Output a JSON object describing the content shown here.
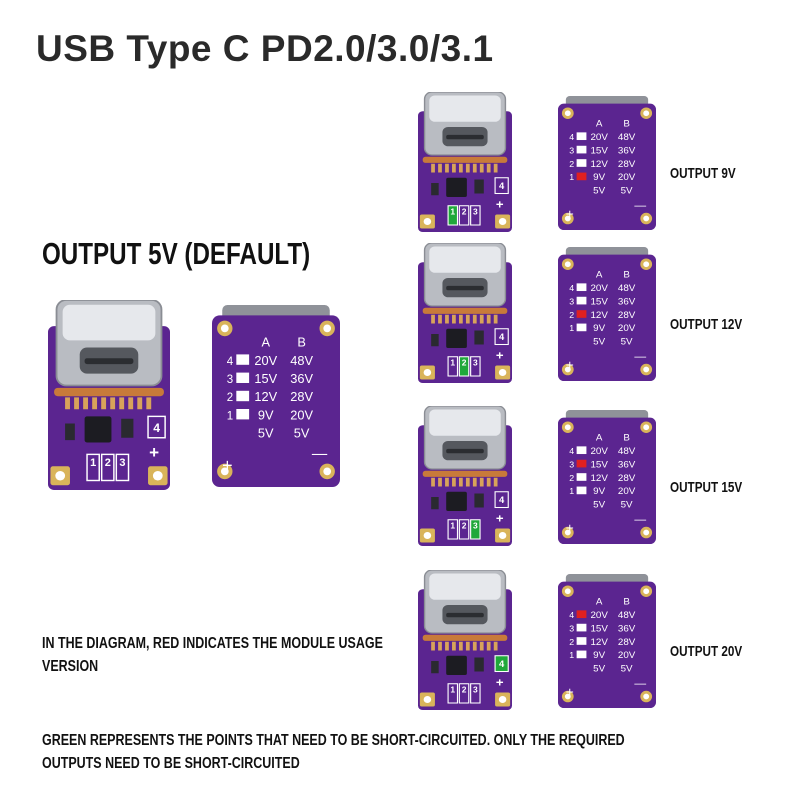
{
  "title": "USB Type C PD2.0/3.0/3.1",
  "default_heading": "OUTPUT 5V (DEFAULT)",
  "notes": {
    "red": "IN THE DIAGRAM, RED INDICATES THE MODULE USAGE VERSION",
    "green": "GREEN REPRESENTS THE POINTS THAT NEED TO BE SHORT-CIRCUITED. ONLY THE REQUIRED OUTPUTS NEED TO BE SHORT-CIRCUITED"
  },
  "table": {
    "col_a": "A",
    "col_b": "B",
    "rows": [
      {
        "num": "4",
        "a": "20V",
        "b": "48V"
      },
      {
        "num": "3",
        "a": "15V",
        "b": "36V"
      },
      {
        "num": "2",
        "a": "12V",
        "b": "28V"
      },
      {
        "num": "1",
        "a": "9V",
        "b": "20V"
      },
      {
        "num": "",
        "a": "5V",
        "b": "5V"
      }
    ],
    "plus": "+",
    "minus": "—"
  },
  "front_pads": [
    "1",
    "2",
    "3"
  ],
  "front_pad4": "4",
  "outputs": [
    {
      "label": "OUTPUT 9V",
      "highlight_row": 3,
      "green_pads": [
        1
      ]
    },
    {
      "label": "OUTPUT 12V",
      "highlight_row": 2,
      "green_pads": [
        2
      ]
    },
    {
      "label": "OUTPUT 15V",
      "highlight_row": 1,
      "green_pads": [
        3
      ]
    },
    {
      "label": "OUTPUT 20V",
      "highlight_row": 0,
      "green_pads": [
        4
      ]
    }
  ],
  "colors": {
    "pcb": "#5b2590",
    "highlight_red": "#e02020",
    "highlight_green": "#1fa83a",
    "silk": "#ffffff",
    "copper": "#c87a3a"
  }
}
